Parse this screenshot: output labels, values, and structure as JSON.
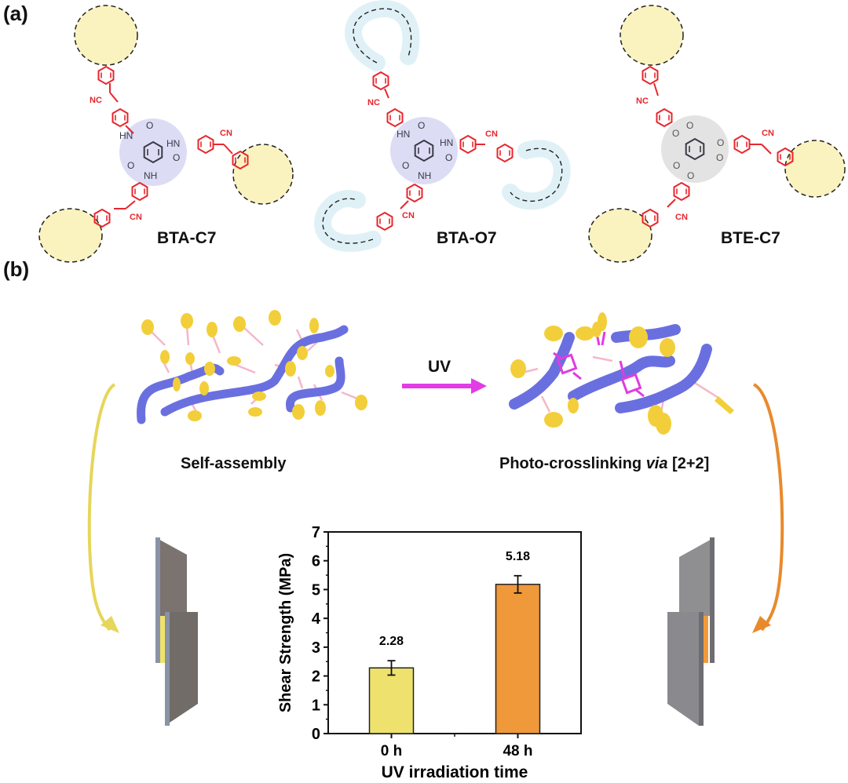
{
  "panel_a": {
    "label": "(a)",
    "molecules": [
      {
        "name": "BTA-C7",
        "core": "amide",
        "core_color": "#dcdcf5",
        "tail": "crown-ether",
        "tail_color": "#faf3bf",
        "linker_labels": [
          "NC",
          "CN",
          "CN"
        ],
        "core_atoms": [
          "HN",
          "O",
          "HN",
          "O",
          "O",
          "NH"
        ]
      },
      {
        "name": "BTA-O7",
        "core": "amide",
        "core_color": "#dcdcf5",
        "tail": "linear-oligo-ether",
        "tail_color": "#dff1f6",
        "linker_labels": [
          "NC",
          "CN",
          "CN"
        ],
        "core_atoms": [
          "HN",
          "O",
          "HN",
          "O",
          "O",
          "NH"
        ]
      },
      {
        "name": "BTE-C7",
        "core": "ester",
        "core_color": "#e3e3e3",
        "tail": "crown-ether",
        "tail_color": "#faf3bf",
        "linker_labels": [
          "NC",
          "CN",
          "CN"
        ],
        "core_atoms": [
          "O",
          "O",
          "O",
          "O",
          "O",
          "O"
        ]
      }
    ],
    "atom_O": "O",
    "linker_color": "#e8262d",
    "core_line_color": "#3a3a48"
  },
  "panel_b": {
    "label": "(b)",
    "uv_label": "UV",
    "self_assembly_caption": "Self-assembly",
    "photo_caption_prefix": "Photo-crosslinking ",
    "photo_caption_italic": "via",
    "photo_caption_suffix": " [2+2]",
    "colors": {
      "fiber": "#6a6fe0",
      "disc": "#f2cf3a",
      "tether": "#f5b7c8",
      "crosslink": "#e03ce0",
      "uv_arrow": "#e23ce6",
      "arrow_left": "#e6d65a",
      "arrow_right": "#e88a2c",
      "plate": "#7c7a7c",
      "adhesive_left": "#efe36a",
      "adhesive_right": "#f29a3a"
    }
  },
  "chart_data": {
    "type": "bar",
    "title": "",
    "categories": [
      "0 h",
      "48 h"
    ],
    "values": [
      2.28,
      5.18
    ],
    "errors": [
      0.25,
      0.3
    ],
    "value_labels": [
      "2.28",
      "5.18"
    ],
    "bar_colors": [
      "#eee16e",
      "#f0993a"
    ],
    "xlabel": "UV irradiation time",
    "ylabel": "Shear Strength (MPa)",
    "ylim": [
      0,
      7
    ],
    "yticks": [
      "0",
      "1",
      "2",
      "3",
      "4",
      "5",
      "6",
      "7"
    ],
    "grid": false,
    "legend": null
  }
}
